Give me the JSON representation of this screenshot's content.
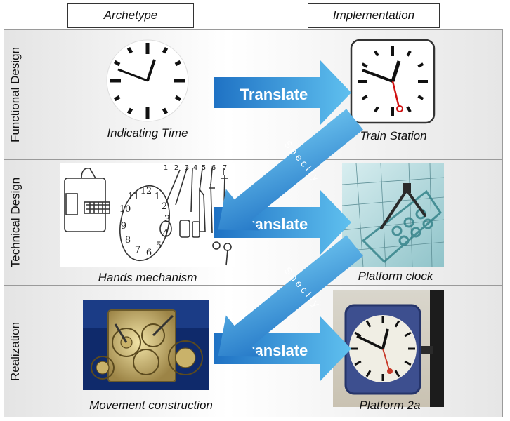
{
  "headers": {
    "archetype": "Archetype",
    "implementation": "Implementation"
  },
  "rows": {
    "functional": "Functional Design",
    "technical": "Technical Design",
    "realization": "Realization"
  },
  "captions": {
    "indicating_time": "Indicating Time",
    "train_station": "Train Station",
    "hands_mechanism": "Hands mechanism",
    "platform_clock": "Platform clock",
    "movement_construction": "Movement construction",
    "platform_2a": "Platform 2a"
  },
  "arrows": {
    "translate_1": "Translate",
    "translate_2": "Translate",
    "translate_3": "Translate",
    "specify_1": "S p e c i f y",
    "specify_2": "S p e c i f y"
  },
  "dial_numbers": [
    "12",
    "1",
    "2",
    "3",
    "4",
    "5",
    "6",
    "7",
    "8",
    "9",
    "10",
    "11"
  ],
  "part_numbers": [
    "1",
    "2",
    "3",
    "4",
    "5",
    "6",
    "7"
  ],
  "colors": {
    "arrow_blue": "#1a73c8",
    "arrow_light": "#6fc3f0",
    "band_grey": "#e4e4e4",
    "second_hand_red": "#d01010"
  }
}
